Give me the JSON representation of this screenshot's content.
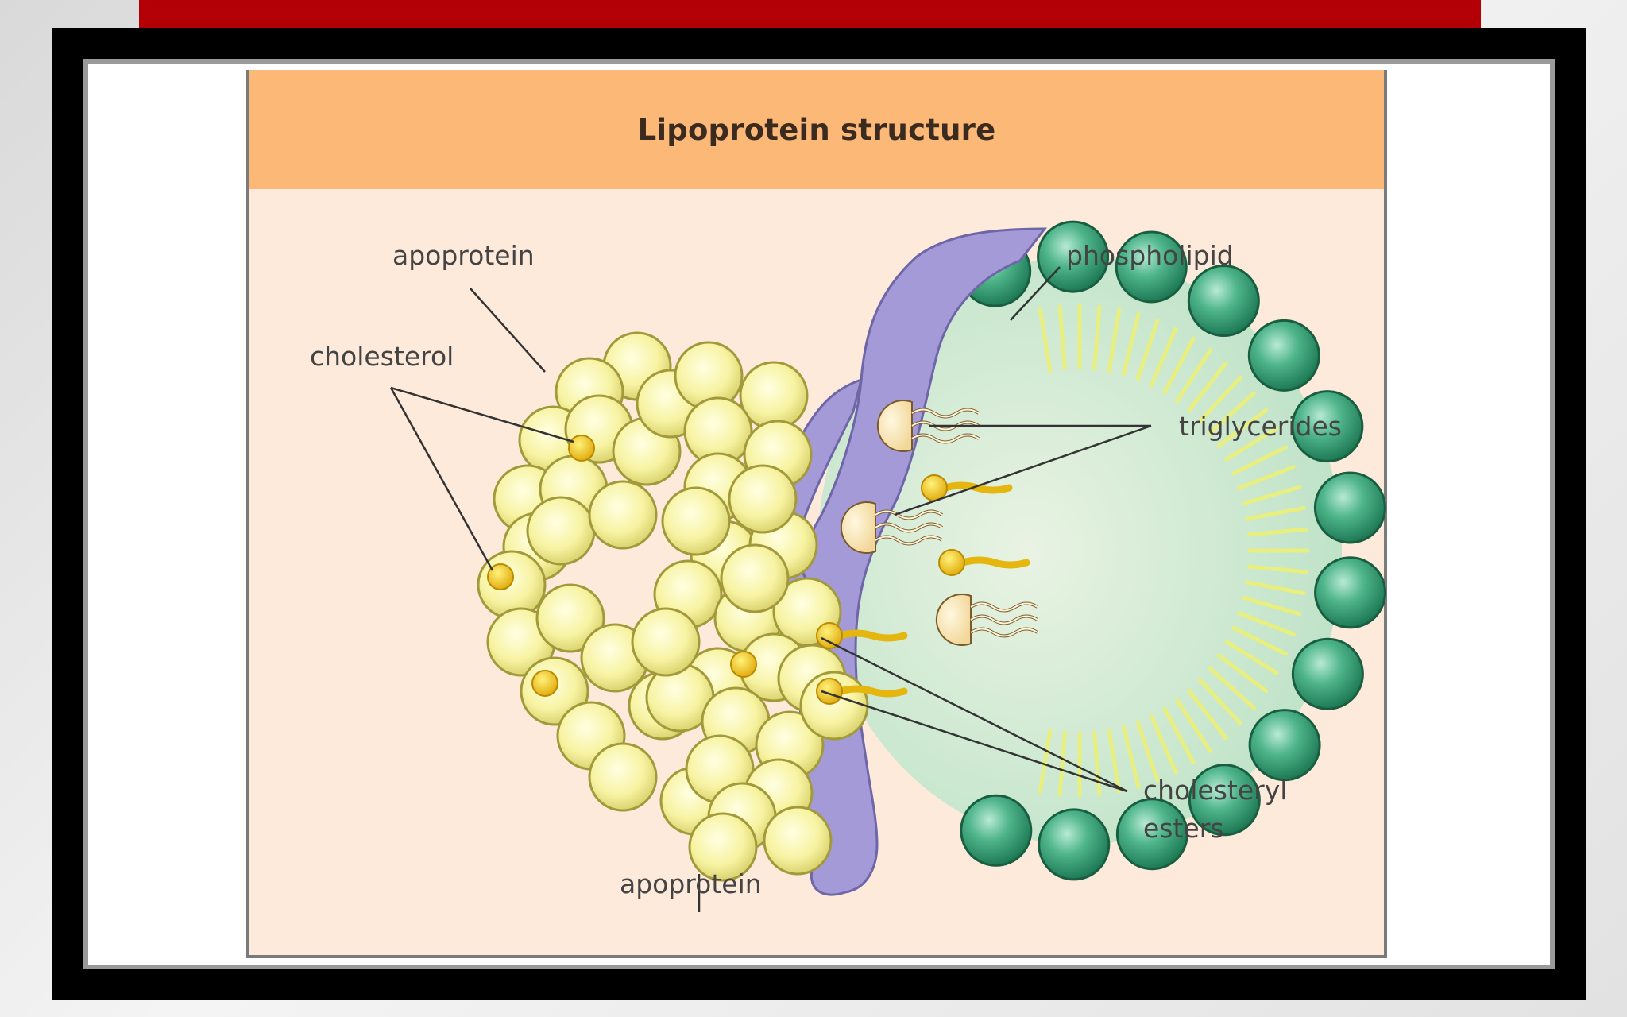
{
  "figure": {
    "title": "Lipoprotein structure",
    "labels": {
      "apoprotein_top": "apoprotein",
      "cholesterol": "cholesterol",
      "phospholipid": "phospholipid",
      "triglycerides": "triglycerides",
      "cholesteryl_esters_line1": "cholesteryl",
      "cholesteryl_esters_line2": "esters",
      "apoprotein_bottom": "apoprotein"
    }
  },
  "colors": {
    "slide_accent": "#b30007",
    "title_band": "#fbb877",
    "panel_background": "#fdeadb",
    "phospholipid_head": "#3aa57a",
    "apoprotein": "#a49ad8",
    "cholesterol_sphere": "#f6f39a",
    "core": "#d2ebd3",
    "ester_head": "#f2c818"
  }
}
